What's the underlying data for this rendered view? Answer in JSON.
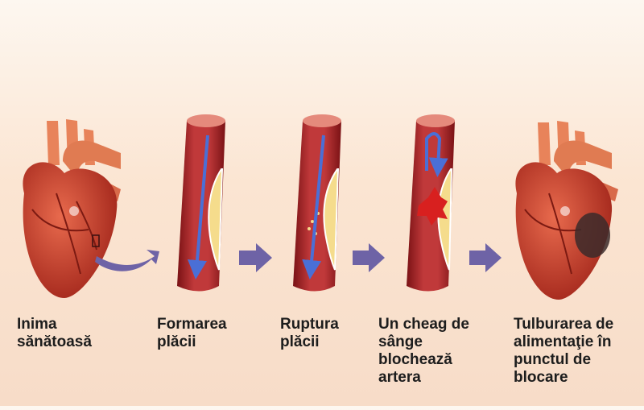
{
  "steps": [
    {
      "label": "Inima\nsănătoasă",
      "icon": "healthy-heart-icon"
    },
    {
      "label": "Formarea\nplăcii",
      "icon": "artery-plaque-icon"
    },
    {
      "label": "Ruptura\nplăcii",
      "icon": "artery-rupture-icon"
    },
    {
      "label": "Un cheag de\nsânge\nblochează\nartera",
      "icon": "artery-clot-icon"
    },
    {
      "label": "Tulburarea de\nalimentaţie în\npunctul de\nblocare",
      "icon": "damaged-heart-icon"
    }
  ],
  "colors": {
    "artery": "#9b1f22",
    "artery_light": "#c94a4a",
    "plaque": "#f5dc8c",
    "flow_arrow": "#4a6fd6",
    "step_arrow": "#6e63a6",
    "heart": "#c93a2c",
    "damage": "#3b2a2a"
  }
}
